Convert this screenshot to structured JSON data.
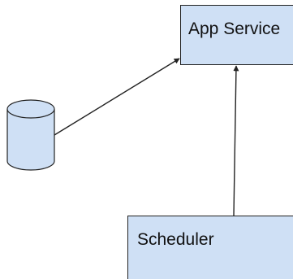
{
  "diagram": {
    "nodes": [
      {
        "id": "database",
        "shape": "cylinder",
        "label": ""
      },
      {
        "id": "app-service",
        "shape": "rectangle",
        "label": "App Service"
      },
      {
        "id": "scheduler",
        "shape": "rectangle",
        "label": "Scheduler"
      }
    ],
    "edges": [
      {
        "from": "database",
        "to": "app-service",
        "arrow": "end"
      },
      {
        "from": "scheduler",
        "to": "app-service",
        "arrow": "end"
      }
    ],
    "colors": {
      "node_fill": "#cfe0f5",
      "node_stroke": "#222222",
      "edge": "#222222"
    }
  }
}
